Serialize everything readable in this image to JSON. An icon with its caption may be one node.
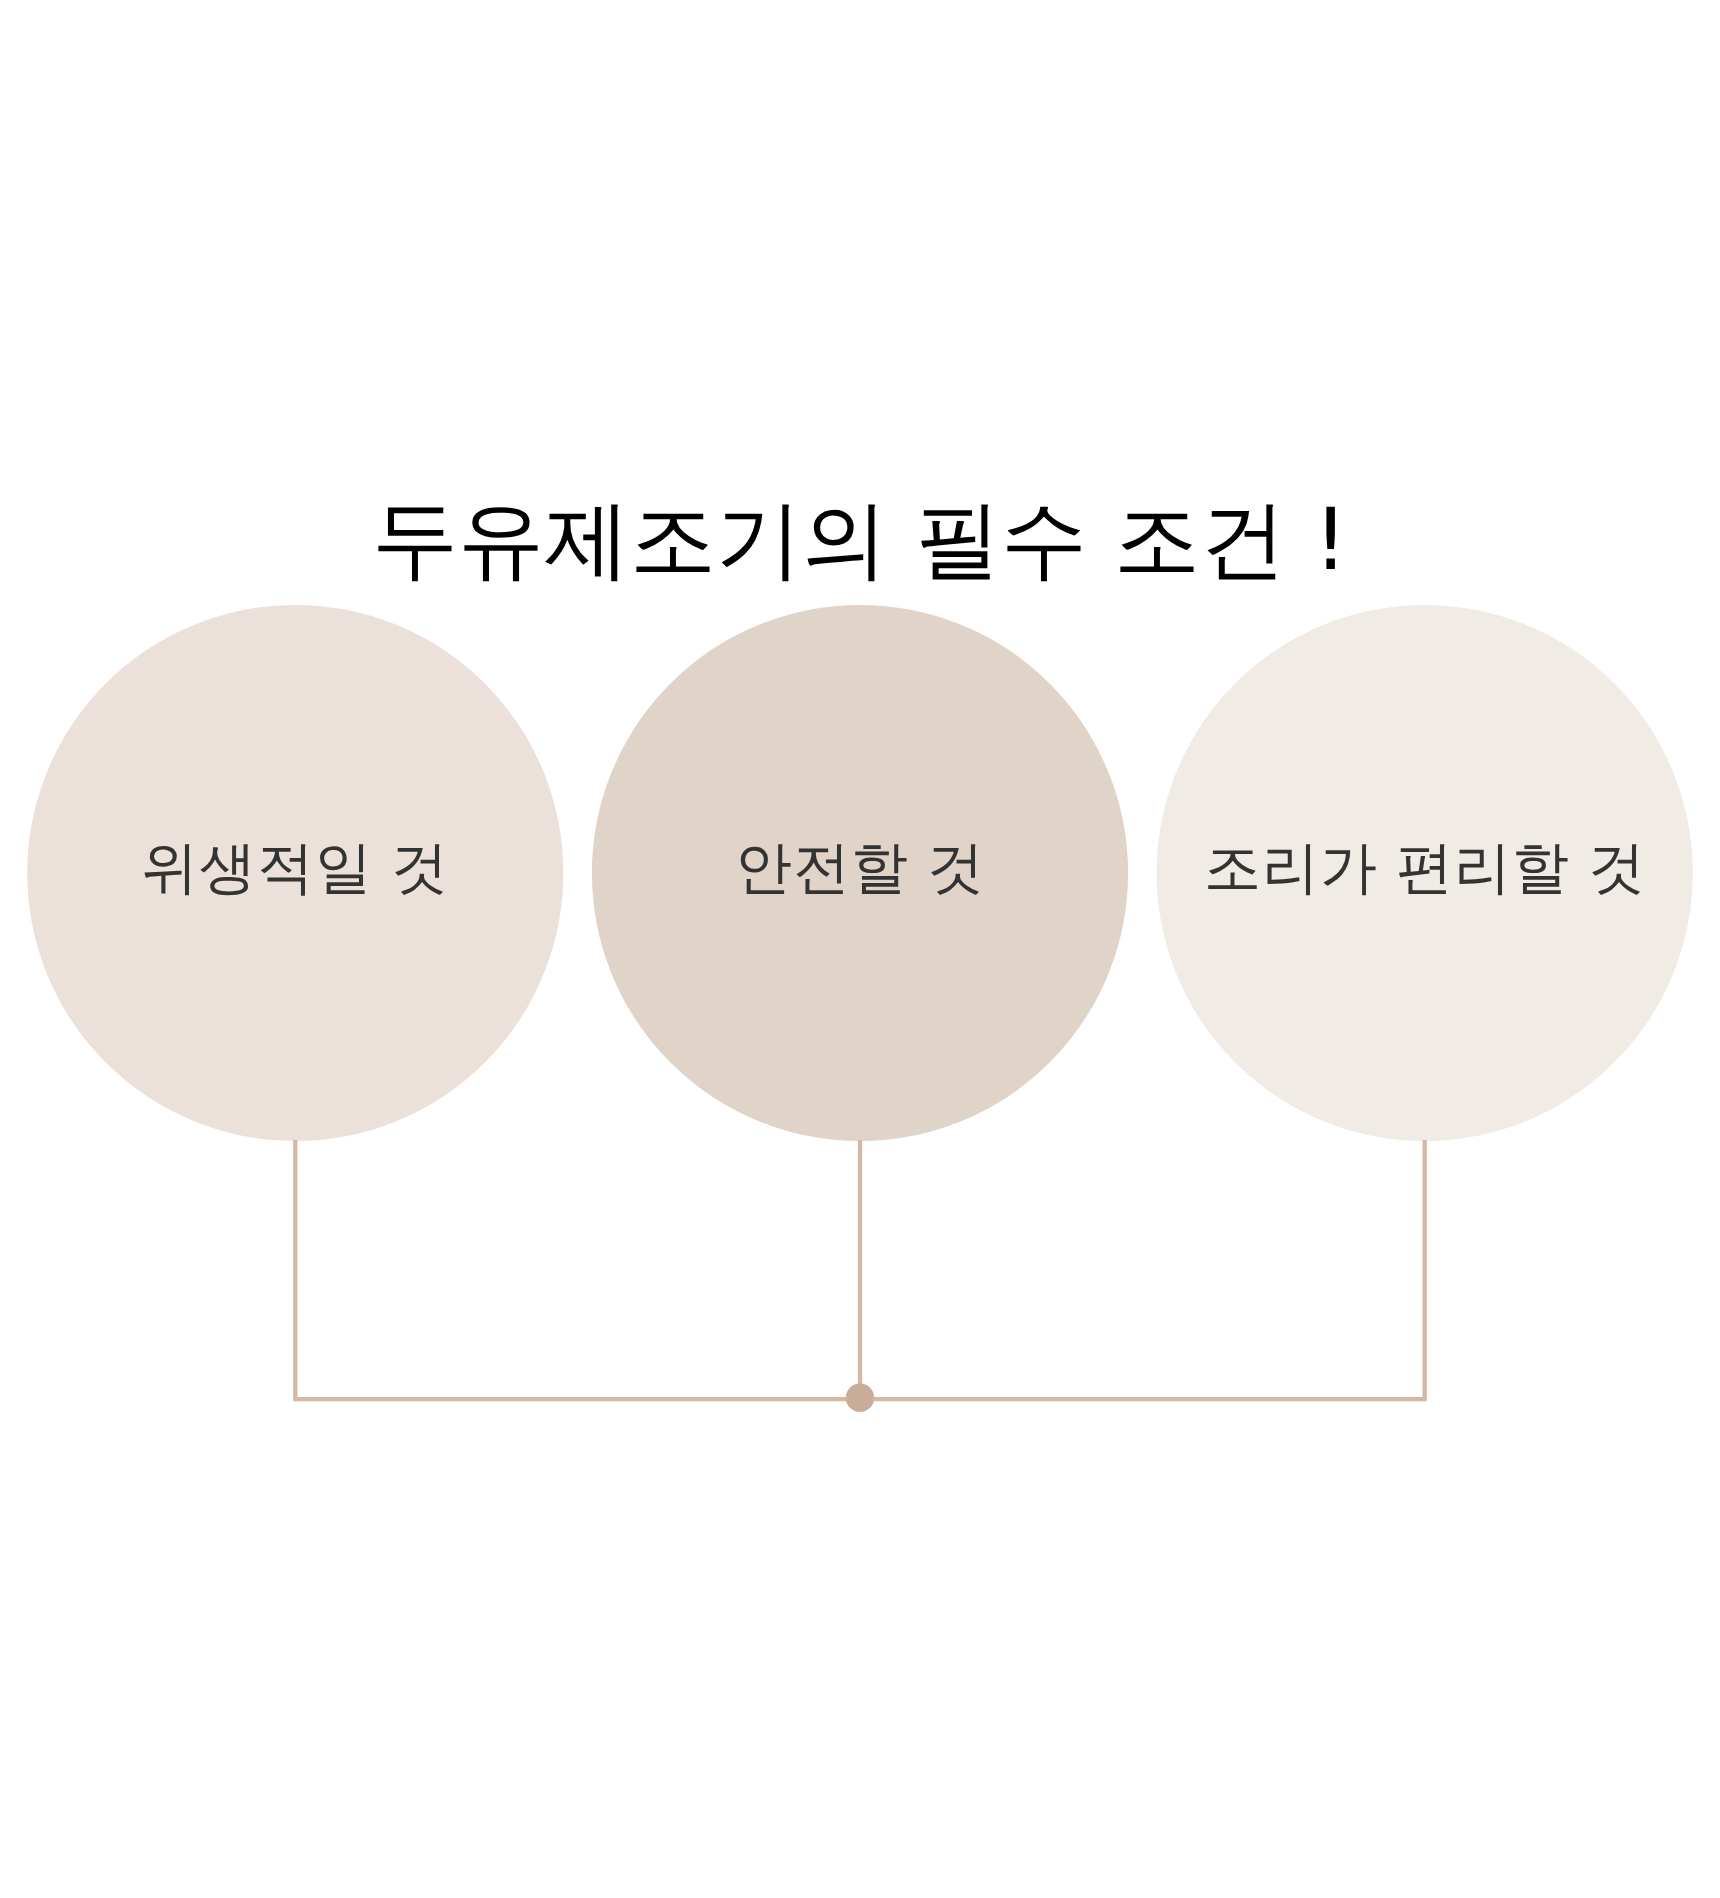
{
  "diagram": {
    "title": "두유제조기의 필수 조건 !",
    "nodes": [
      {
        "text": [
          "위생적일 것"
        ]
      },
      {
        "text": [
          "안전할 것"
        ]
      },
      {
        "text": [
          "조리가 편리할 것"
        ]
      },
      {
        "text": [],
        "shape": "circle"
      }
    ],
    "edges": [
      {
        "from": 0,
        "to": 3,
        "arrow": "none"
      },
      {
        "from": 1,
        "to": 3,
        "arrow": "none"
      },
      {
        "from": 2,
        "to": 3,
        "arrow": "none"
      }
    ]
  }
}
